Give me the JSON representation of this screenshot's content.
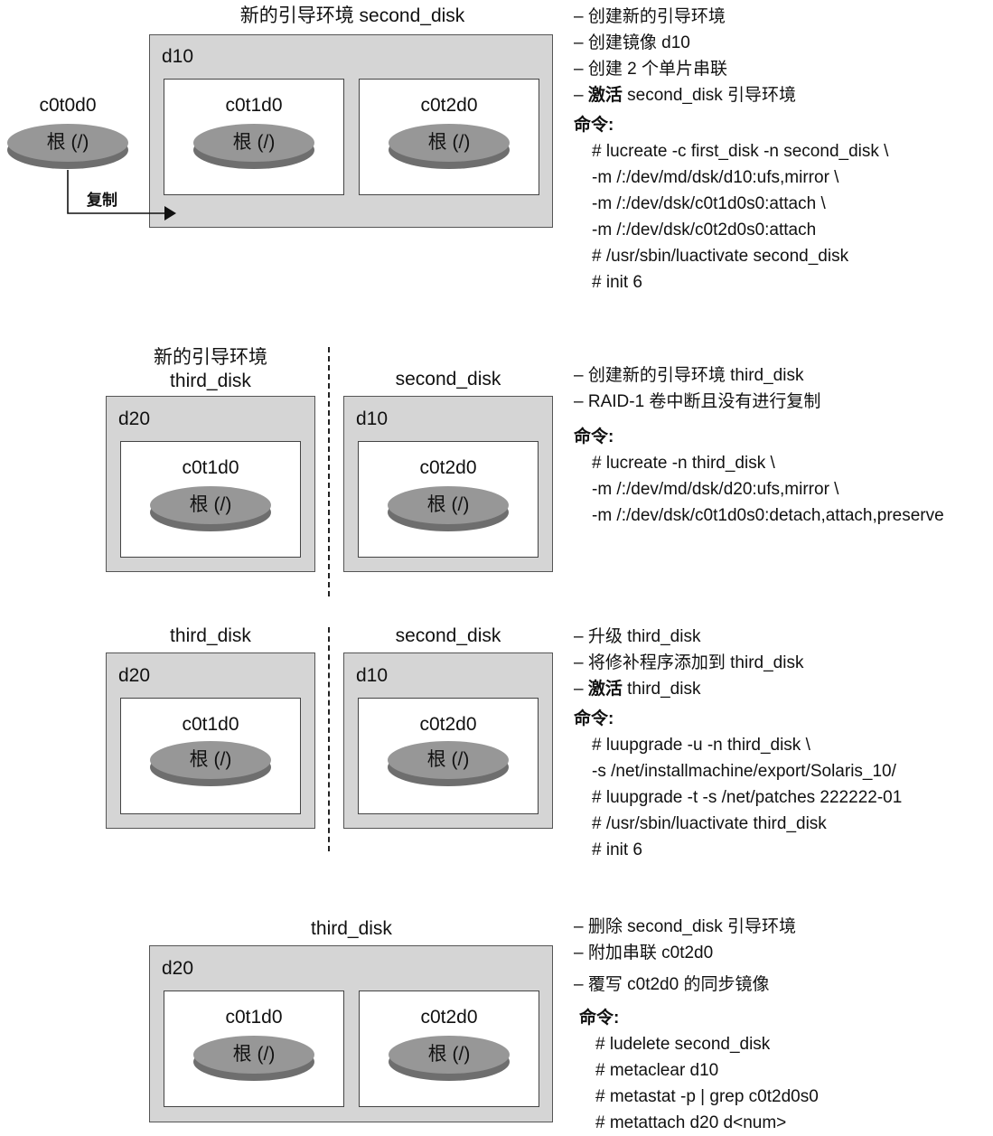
{
  "colors": {
    "box": "#d5d5d5",
    "disk_top": "#979797",
    "disk_side": "#6e6e6e"
  },
  "stage1": {
    "title": "新的引导环境 second_disk",
    "volume": "d10",
    "source_disk": "c0t0d0",
    "source_disk_label": "根 (/)",
    "copy_label": "复制",
    "disks": [
      {
        "name": "c0t1d0",
        "label": "根 (/)"
      },
      {
        "name": "c0t2d0",
        "label": "根 (/)"
      }
    ],
    "notes": [
      {
        "prefix": "– ",
        "bold": "",
        "text": "创建新的引导环境"
      },
      {
        "prefix": "– ",
        "bold": "",
        "text": "创建镜像 d10"
      },
      {
        "prefix": "– ",
        "bold": "",
        "text": "创建 2 个单片串联"
      },
      {
        "prefix": "– ",
        "bold": "激活",
        "text": " second_disk 引导环境"
      }
    ],
    "cmd_header": "命令:",
    "commands": [
      "# lucreate -c first_disk -n second_disk \\",
      "-m /:/dev/md/dsk/d10:ufs,mirror \\",
      "-m /:/dev/dsk/c0t1d0s0:attach \\",
      "-m /:/dev/dsk/c0t2d0s0:attach",
      "# /usr/sbin/luactivate second_disk",
      "# init 6"
    ]
  },
  "stage2": {
    "left_title_line1": "新的引导环境",
    "left_title_line2": "third_disk",
    "right_title": "second_disk",
    "left_volume": "d20",
    "right_volume": "d10",
    "left_disk": {
      "name": "c0t1d0",
      "label": "根 (/)"
    },
    "right_disk": {
      "name": "c0t2d0",
      "label": "根 (/)"
    },
    "notes": [
      {
        "prefix": "– ",
        "bold": "",
        "text": "创建新的引导环境 third_disk"
      },
      {
        "prefix": "– ",
        "bold": "",
        "text": "RAID-1 卷中断且没有进行复制"
      }
    ],
    "cmd_header": "命令:",
    "commands": [
      "# lucreate -n third_disk \\",
      "-m /:/dev/md/dsk/d20:ufs,mirror \\",
      "-m /:/dev/dsk/c0t1d0s0:detach,attach,preserve"
    ]
  },
  "stage3": {
    "left_title": "third_disk",
    "right_title": "second_disk",
    "left_volume": "d20",
    "right_volume": "d10",
    "left_disk": {
      "name": "c0t1d0",
      "label": "根 (/)"
    },
    "right_disk": {
      "name": "c0t2d0",
      "label": "根 (/)"
    },
    "notes": [
      {
        "prefix": "–  ",
        "bold": "",
        "text": "升级 third_disk"
      },
      {
        "prefix": "–  ",
        "bold": "",
        "text": "将修补程序添加到 third_disk"
      },
      {
        "prefix": "–  ",
        "bold": "激活",
        "text": " third_disk"
      }
    ],
    "cmd_header": "命令:",
    "commands": [
      "# luupgrade -u -n third_disk \\",
      "-s /net/installmachine/export/Solaris_10/",
      "# luupgrade -t -s /net/patches 222222-01",
      "# /usr/sbin/luactivate third_disk",
      "# init 6"
    ]
  },
  "stage4": {
    "title": "third_disk",
    "volume": "d20",
    "disks": [
      {
        "name": "c0t1d0",
        "label": "根 (/)"
      },
      {
        "name": "c0t2d0",
        "label": "根 (/)"
      }
    ],
    "notes": [
      {
        "prefix": "– ",
        "bold": "",
        "text": "删除 second_disk 引导环境"
      },
      {
        "prefix": "– ",
        "bold": "",
        "text": "附加串联 c0t2d0"
      },
      {
        "prefix": "– ",
        "bold": "",
        "text": "覆写 c0t2d0 的同步镜像"
      }
    ],
    "cmd_header": "命令:",
    "commands": [
      "# ludelete second_disk",
      "# metaclear d10",
      "# metastat -p | grep c0t2d0s0",
      "# metattach d20 d<num>"
    ]
  }
}
